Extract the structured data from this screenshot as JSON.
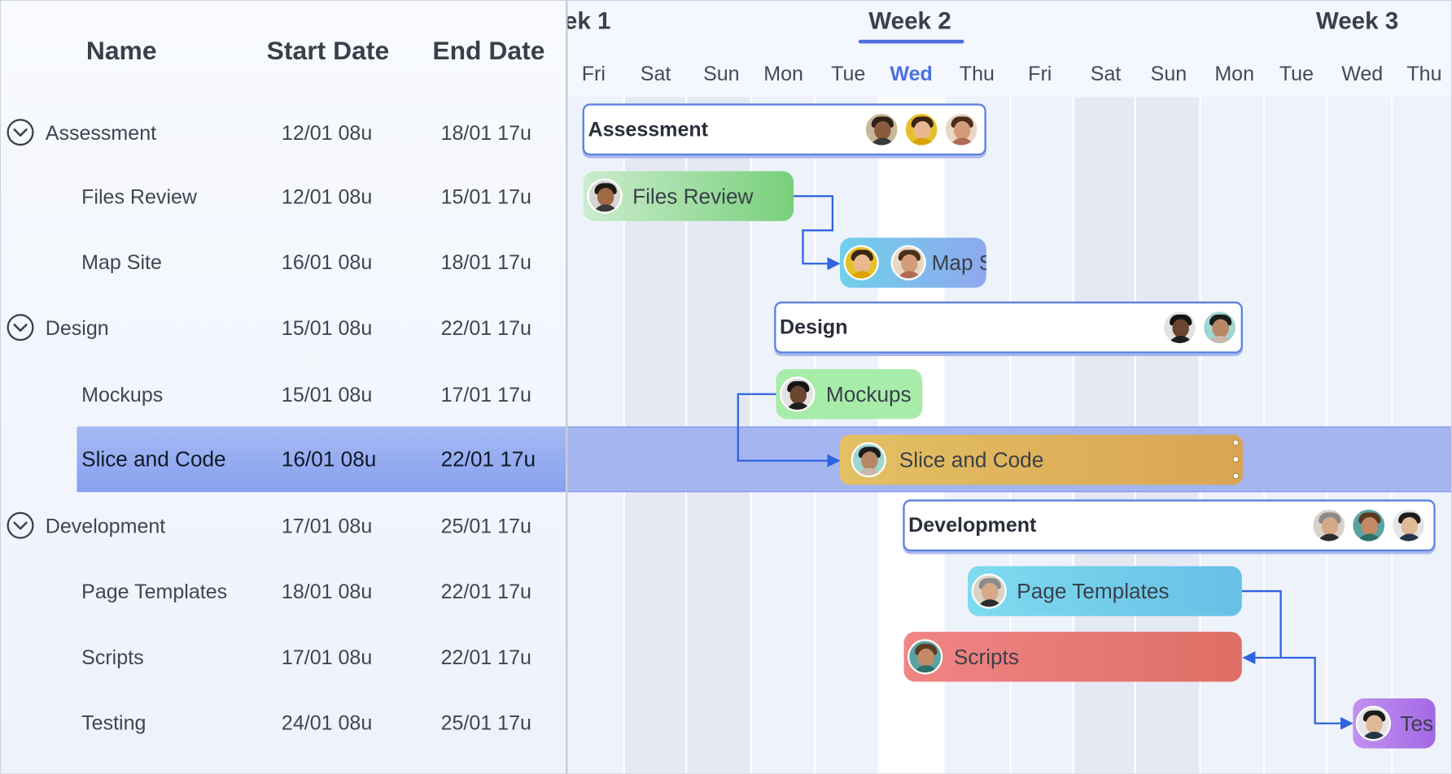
{
  "grid": {
    "headers": {
      "name": "Name",
      "start": "Start Date",
      "end": "End Date"
    },
    "rows": [
      {
        "name": "Assessment",
        "start": "12/01 08u",
        "end": "18/01 17u",
        "group": true
      },
      {
        "name": "Files Review",
        "start": "12/01 08u",
        "end": "15/01 17u"
      },
      {
        "name": "Map Site",
        "start": "16/01 08u",
        "end": "18/01 17u"
      },
      {
        "name": "Design",
        "start": "15/01 08u",
        "end": "22/01 17u",
        "group": true
      },
      {
        "name": "Mockups",
        "start": "15/01 08u",
        "end": "17/01 17u"
      },
      {
        "name": "Slice and Code",
        "start": "16/01 08u",
        "end": "22/01 17u",
        "selected": true
      },
      {
        "name": "Development",
        "start": "17/01 08u",
        "end": "25/01 17u",
        "group": true
      },
      {
        "name": "Page Templates",
        "start": "18/01 08u",
        "end": "22/01 17u"
      },
      {
        "name": "Scripts",
        "start": "17/01 08u",
        "end": "22/01 17u"
      },
      {
        "name": "Testing",
        "start": "24/01 08u",
        "end": "25/01 17u"
      }
    ]
  },
  "timeline": {
    "weeks": {
      "w1": "ek 1",
      "w2": "Week 2",
      "w3": "Week 3"
    },
    "days": [
      "Fri",
      "Sat",
      "Sun",
      "Mon",
      "Tue",
      "Wed",
      "Thu",
      "Fri",
      "Sat",
      "Sun",
      "Mon",
      "Tue",
      "Wed",
      "Thu"
    ],
    "today_index": 5,
    "bars": {
      "assessment": "Assessment",
      "files_review": "Files Review",
      "map_site": "Map S",
      "design": "Design",
      "mockups": "Mockups",
      "slice_and_code": "Slice and Code",
      "development": "Development",
      "page_templates": "Page Templates",
      "scripts": "Scripts",
      "testing": "Tes"
    }
  },
  "colors": {
    "accent": "#4f6fe0",
    "selected_row": "#a4b5ef",
    "files_review": "#8ed98f",
    "map_site": "#7fb8ee",
    "mockups": "#a8ecaa",
    "slice_and_code": "#e0ab55",
    "page_templates": "#72cce8",
    "scripts": "#e87676",
    "testing": "#b07ae6",
    "dependency_line": "#3063e0"
  }
}
